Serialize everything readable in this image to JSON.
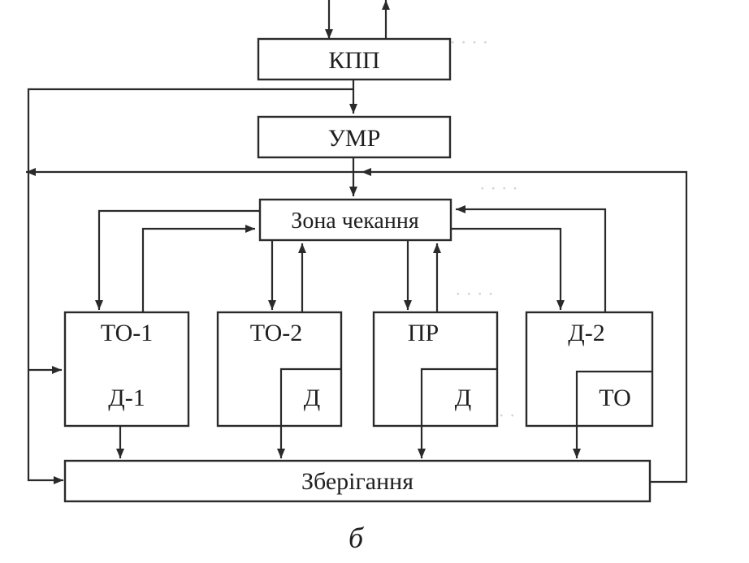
{
  "diagram": {
    "nodes": {
      "kpp": "КПП",
      "umr": "УМР",
      "waiting_zone": "Зона чекання",
      "to1": "ТО-1",
      "d1": "Д-1",
      "to2": "ТО-2",
      "to2_d": "Д",
      "pr": "ПР",
      "pr_d": "Д",
      "d2": "Д-2",
      "d2_to": "ТО",
      "storage": "Зберігання"
    },
    "caption": "б"
  },
  "colors": {
    "ink": "#2a2a2a",
    "paper": "#ffffff"
  }
}
